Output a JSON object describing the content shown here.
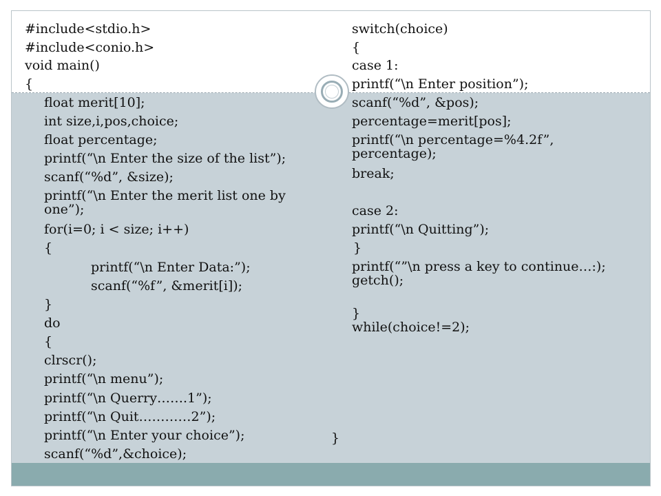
{
  "left_column": [
    "#include<stdio.h>",
    "#include<conio.h>",
    "void main()",
    "{",
    "float merit[10];",
    "int size,i,pos,choice;",
    "float percentage;",
    "printf(“\\n Enter the size of the list”);",
    "scanf(“%d”, &size);",
    "printf(“\\n Enter the merit list one by",
    "one”);",
    "for(i=0; i < size; i++)",
    "{",
    "printf(“\\n  Enter Data:”);",
    "scanf(“%f”, &merit[i]);",
    "}",
    "do",
    "{",
    "clrscr();",
    "printf(“\\n menu”);",
    "printf(“\\n Querry…….1”);",
    "printf(“\\n Quit…………2”);",
    "printf(“\\n Enter your choice”);",
    "scanf(“%d”,&choice);"
  ],
  "right_column": [
    "switch(choice)",
    "{",
    "case 1:",
    "printf(“\\n Enter position”);",
    "scanf(“%d”, &pos);",
    "percentage=merit[pos];",
    "printf(“\\n percentage=%4.2f”,",
    "percentage);",
    "break;",
    "case 2:",
    "printf(“\\n Quitting”);",
    "}",
    "printf(“”\\n press a key to continue…:);",
    "getch();",
    "}",
    "while(choice!=2);",
    "}"
  ]
}
